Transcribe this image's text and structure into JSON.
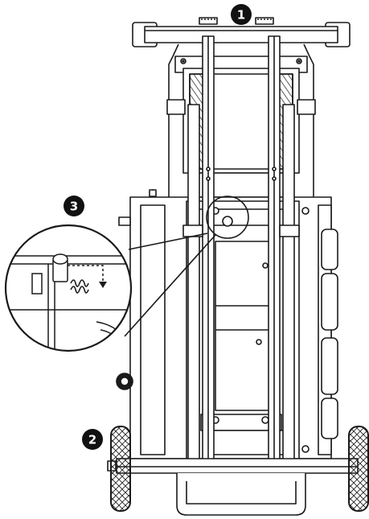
{
  "callouts": [
    {
      "label": "1",
      "target": "handle-crossbar"
    },
    {
      "label": "2",
      "target": "wheel-axle"
    },
    {
      "label": "3",
      "target": "lock-pin-detail"
    }
  ],
  "icons": [
    "lock-pin-icon",
    "arrow-down-icon",
    "screw-icon",
    "wheel-icon",
    "knob-icon"
  ],
  "colors": {
    "line": "#1a1a1a",
    "fill": "#ffffff",
    "callout_bg": "#111111",
    "callout_text": "#ffffff",
    "hatch": "#333333"
  }
}
